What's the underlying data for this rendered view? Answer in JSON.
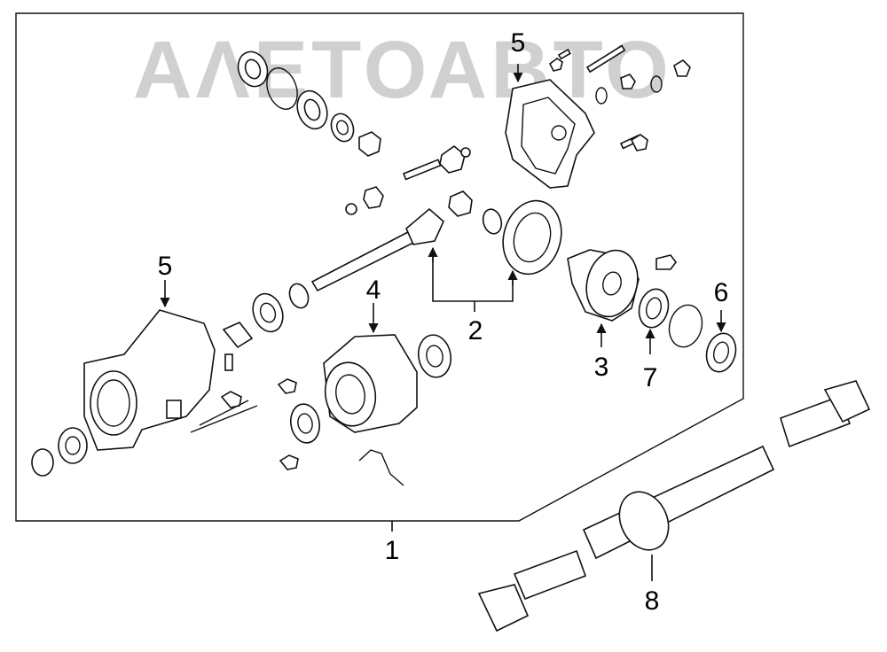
{
  "watermark": {
    "text": "ΑΛΕΤΟΑΒΤΟ"
  },
  "callouts": {
    "c1": "1",
    "c2": "2",
    "c3": "3",
    "c4": "4",
    "c5_top": "5",
    "c5_left": "5",
    "c6": "6",
    "c7": "7",
    "c8": "8"
  }
}
